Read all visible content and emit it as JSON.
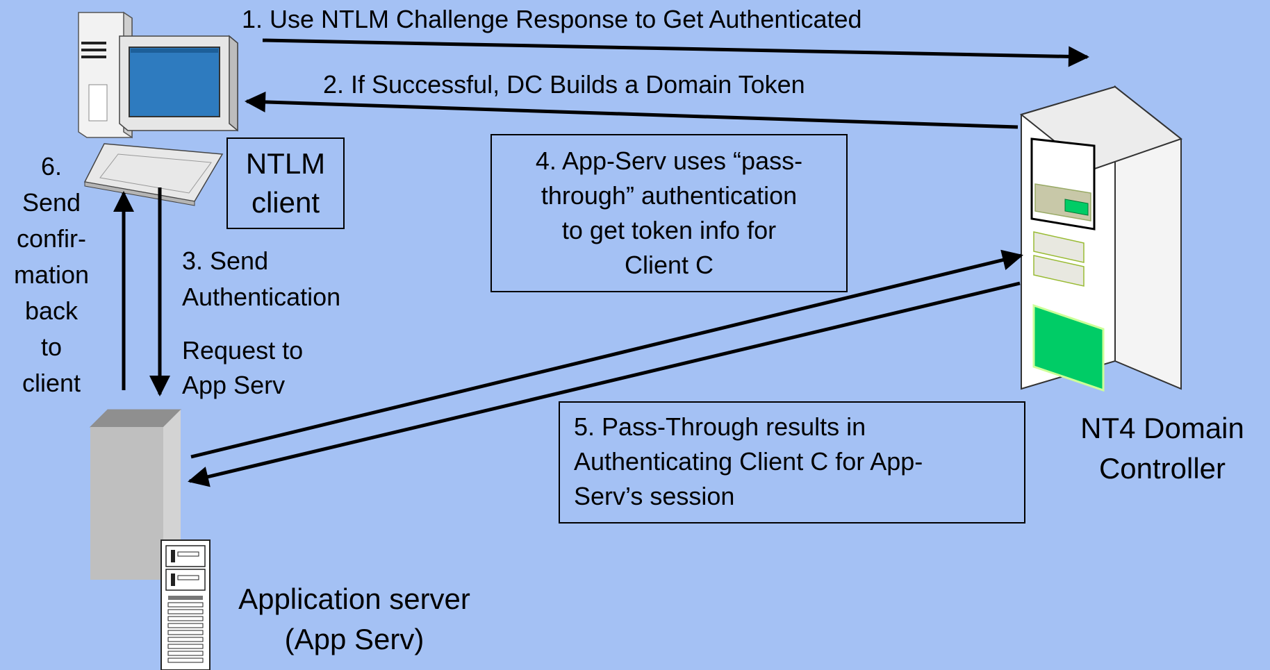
{
  "steps": {
    "step1": "1. Use NTLM Challenge Response to Get Authenticated",
    "step2": "2. If Successful, DC Builds a Domain Token",
    "step3a": "3. Send\nAuthentication",
    "step3b": "Request to\nApp Serv",
    "step4": "4. App-Serv uses “pass-\nthrough” authentication\nto get token info for\nClient C",
    "step5": "5. Pass-Through results in\nAuthenticating Client C for App-\nServ’s session",
    "step6": "6.\nSend\nconfir-\nmation\nback\nto\nclient"
  },
  "nodes": {
    "client_label": "NTLM\nclient",
    "domain_controller_label": "NT4 Domain\nController",
    "app_server_label": "Application server\n(App Serv)"
  },
  "colors": {
    "background": "#a4c1f4",
    "monitor_screen": "#2e7bbf",
    "dc_green": "#00cc66",
    "dc_accent": "#ccff99"
  }
}
